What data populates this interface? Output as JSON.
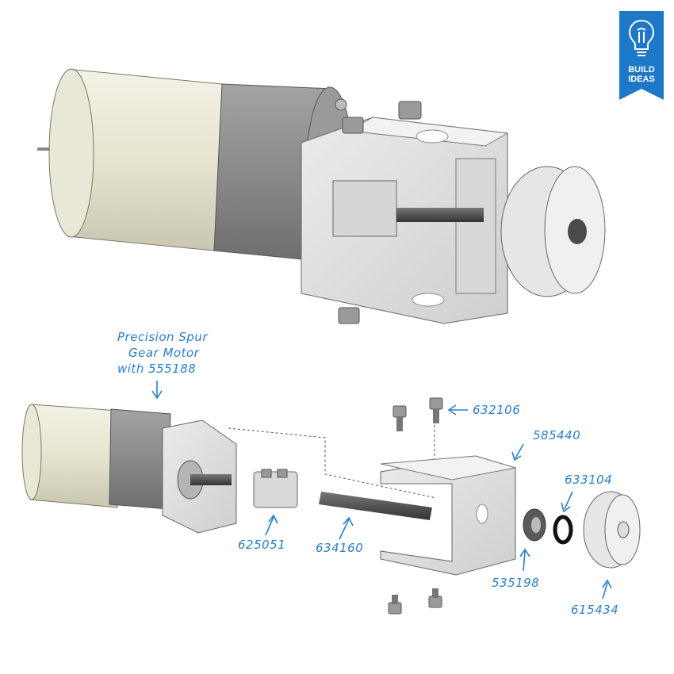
{
  "badge": {
    "line1": "BUILD",
    "line2": "IDEAS",
    "color": "#1e78c8",
    "icon": "lightbulb-wrench-icon"
  },
  "callouts": {
    "motor_line1": "Precision Spur",
    "motor_line2": "Gear Motor",
    "motor_line3": "with 555188",
    "p632106": "632106",
    "p585440": "585440",
    "p633104": "633104",
    "p625051": "625051",
    "p634160": "634160",
    "p535198": "535198",
    "p615434": "615434"
  },
  "colors": {
    "callout": "#2a7fc8",
    "motor_can": "#e8e6d4",
    "gearbox": "#8c8c8c",
    "aluminum": "#dcdcdc",
    "shaft": "#555555"
  }
}
